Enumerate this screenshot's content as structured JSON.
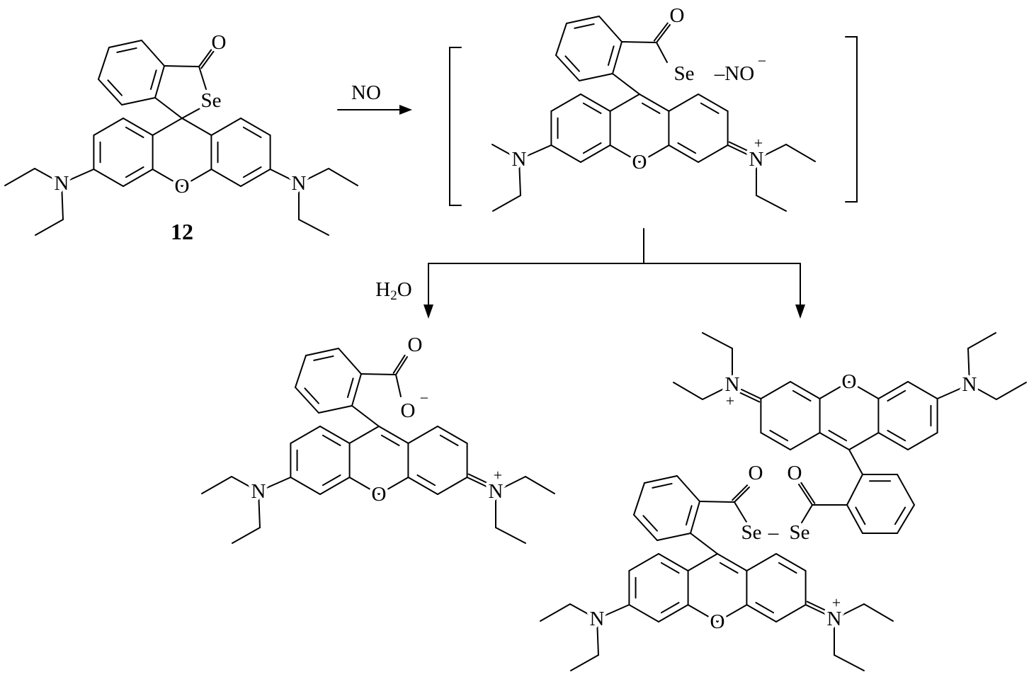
{
  "title": "Reaction scheme of compound 12 with NO",
  "compound_label": "12",
  "reagents": {
    "step1": "NO",
    "step2": {
      "main": "H",
      "sub": "2",
      "tail": "O"
    }
  },
  "atoms": {
    "O": "O",
    "Se": "Se",
    "N": "N",
    "plus": "+",
    "minus": "−",
    "bond_dash": "–",
    "nitroxyl": "–NO"
  },
  "colors": {
    "ink": "#000000",
    "background": "#ffffff"
  }
}
